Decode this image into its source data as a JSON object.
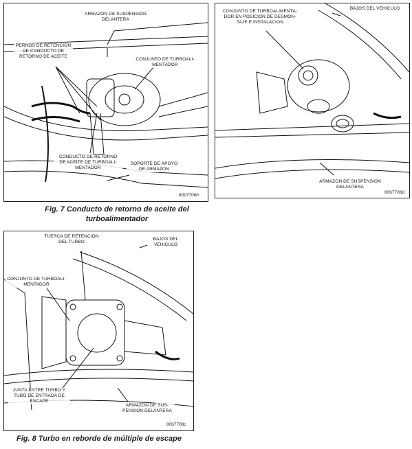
{
  "fig7": {
    "labels": {
      "armazon_top": "ARMAZON DE SUSPENSION\nDELANTERA",
      "pernos": "PERNOS DE RETENCION\nDE CONDUCTO DE\nRETORNO DE ACEITE",
      "conjunto": "CONJUNTO DE TURBOALI-\nMENTADOR",
      "conducto": "CONDUCTO DE RETORNO\nDE ACEITE DE TURBOALI-\nMENTADOR",
      "soporte": "SOPORTE DE APOYO\nDE ARMAZON"
    },
    "code": "80b77060",
    "caption_line1": "Fig. 7 Conducto de retorno de aceite del",
    "caption_line2": "turboalimentador"
  },
  "fig7b": {
    "labels": {
      "conjunto": "CONJUNTO DE TURBOALIMENTA-\nDOR EN POSICION DE DESMON-\nTAJE E INSTALACION",
      "bajos": "BAJOS DEL VEHICULO",
      "armazon": "ARMAZON DE SUSPENSION\nDELANTERA"
    },
    "code": "80b7708d"
  },
  "fig8": {
    "labels": {
      "tuerca": "TUERCA DE RETENCION\nDEL TURBO",
      "bajos": "BAJOS DEL\nVEHICULO",
      "conjunto": "CONJUNTO DE TURBOALI-\nMENTADOR",
      "junta": "JUNTA ENTRE TURBO Y\nTUBO DE ENTRADA DE\nESCAPE",
      "armazon": "ARMAZON DE SUS-\nPENSION DELANTERA"
    },
    "code": "80b7708c",
    "caption": "Fig. 8 Turbo en reborde de múltiple de escape"
  }
}
